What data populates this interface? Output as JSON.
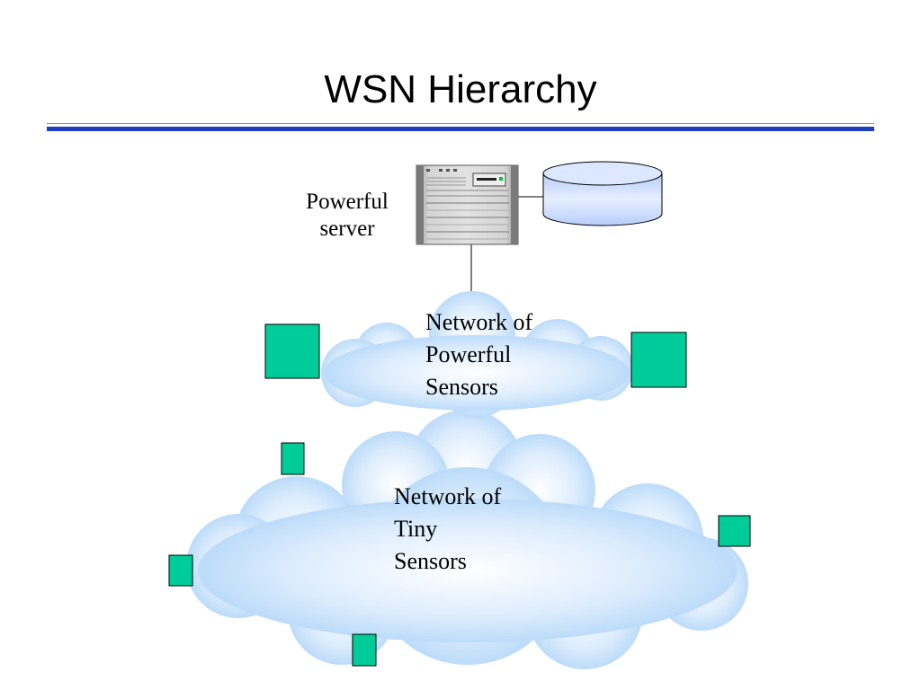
{
  "slide": {
    "title": "WSN Hierarchy"
  },
  "diagram": {
    "server_label": "Powerful\nserver",
    "powerful_cloud_label": "Network of\nPowerful\nSensors",
    "tiny_cloud_label": "Network of\nTiny\nSensors"
  },
  "colors": {
    "title_rule": "#1f3fbf",
    "sensor_node": "#00cc99",
    "cloud_edge": "#a9d2f7",
    "cloud_center": "#ffffff",
    "database": "#c9dcff"
  }
}
